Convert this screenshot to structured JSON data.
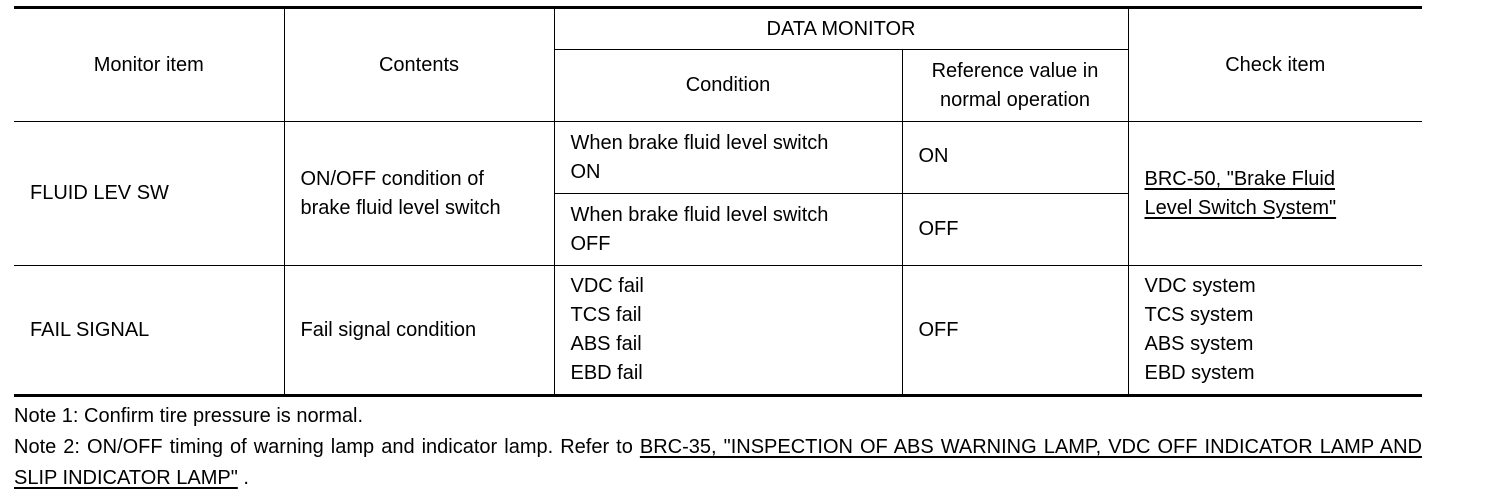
{
  "table": {
    "headers": {
      "monitor_item": "Monitor item",
      "contents": "Contents",
      "data_monitor": "DATA MONITOR",
      "condition": "Condition",
      "reference_value": [
        "Reference value in",
        "normal operation"
      ],
      "check_item": "Check item"
    },
    "rows": [
      {
        "monitor_item": "FLUID LEV SW",
        "contents": [
          "ON/OFF condition of",
          "brake fluid level switch"
        ],
        "conditions": [
          {
            "condition": [
              "When brake fluid level switch",
              "ON"
            ],
            "value": "ON"
          },
          {
            "condition": [
              "When brake fluid level switch",
              "OFF"
            ],
            "value": "OFF"
          }
        ],
        "check_item_link": [
          "BRC-50, \"Brake Fluid",
          "Level Switch System\""
        ]
      },
      {
        "monitor_item": "FAIL SIGNAL",
        "contents": "Fail signal condition",
        "condition": [
          "VDC fail",
          "TCS fail",
          "ABS fail",
          "EBD fail"
        ],
        "value": "OFF",
        "check_item": [
          "VDC system",
          "TCS system",
          "ABS system",
          "EBD system"
        ]
      }
    ]
  },
  "notes": {
    "note1": "Note 1: Confirm tire pressure is normal.",
    "note2_prefix": "Note 2: ON/OFF timing of warning lamp and indicator lamp. Refer to ",
    "note2_link": "BRC-35, \"INSPECTION OF ABS WARNING LAMP, VDC OFF INDICATOR LAMP AND SLIP INDICATOR LAMP\"",
    "note2_suffix": " ."
  }
}
